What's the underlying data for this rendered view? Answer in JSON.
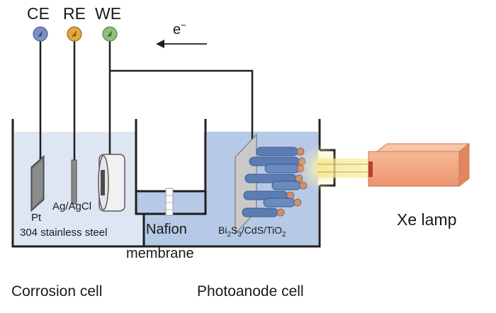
{
  "electrodes": {
    "ce": "CE",
    "re": "RE",
    "we": "WE"
  },
  "electron": {
    "symbol": "e",
    "sup": "−"
  },
  "labels": {
    "pt": "Pt",
    "agagcl": "Ag/AgCl",
    "steel": "304 stainless steel",
    "nafion": "Nafion",
    "membrane": "membrane",
    "photoanode_material": {
      "bi": "Bi",
      "sub2": "2",
      "s": "S",
      "sub3": "3",
      "rest": "/CdS/TiO",
      "sub2b": "2"
    },
    "xe_lamp": "Xe lamp",
    "corrosion_cell": "Corrosion cell",
    "photoanode_cell": "Photoanode cell"
  },
  "colors": {
    "ce_knob": "#7a8fc8",
    "re_knob": "#e2a83a",
    "we_knob": "#8cc07a",
    "corrosion_solution": "#dde6f2",
    "photoanode_solution": "#b6c9e6",
    "nanorod": "#5b7db3",
    "cds_dot": "#d0906e",
    "lamp": "#f0a27a",
    "light": "#f7e79a"
  }
}
